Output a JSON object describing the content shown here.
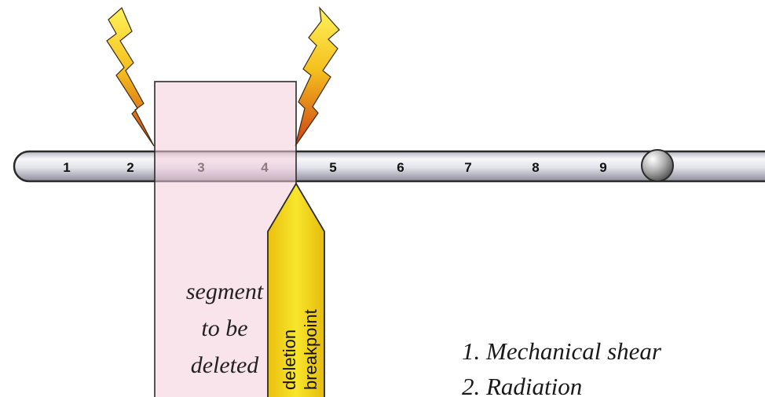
{
  "diagram": {
    "chromosome_bands": [
      "1",
      "2",
      "3",
      "4",
      "5",
      "6",
      "7",
      "8",
      "9"
    ],
    "segment_label_lines": [
      "segment",
      "to be",
      "deleted"
    ],
    "breakpoint_label_lines": [
      "deletion",
      "breakpoint"
    ],
    "causes": [
      "1. Mechanical shear",
      "2. Radiation"
    ],
    "colors": {
      "chromosome_body": "#e6e6ec",
      "segment_fill": "#f7dde7",
      "arrow_fill": "#f5dc1e",
      "lightning_top": "#ffe626",
      "lightning_bottom": "#d8481a",
      "centromere": "#a8a8a8"
    },
    "icons": [
      "lightning-bolt-icon",
      "centromere-sphere-icon",
      "breakpoint-arrow-icon"
    ]
  }
}
